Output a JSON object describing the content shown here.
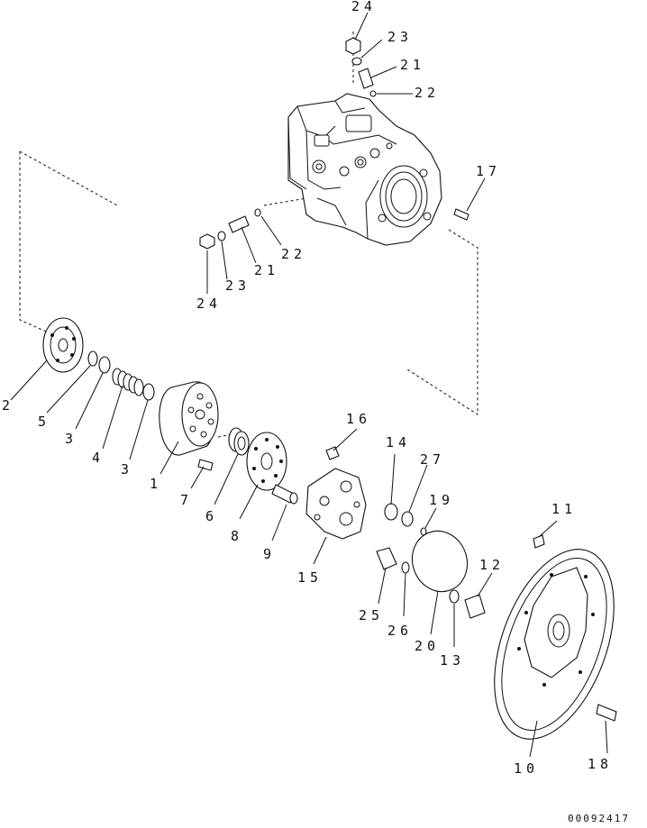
{
  "document_code": "00092417",
  "labels": {
    "l1": "1",
    "l2": "2",
    "l3a": "3",
    "l3b": "3",
    "l4": "4",
    "l5": "5",
    "l6": "6",
    "l7": "7",
    "l8": "8",
    "l9": "9",
    "l10": "10",
    "l11": "11",
    "l12": "12",
    "l13": "13",
    "l14": "14",
    "l15": "15",
    "l16": "16",
    "l17": "17",
    "l18": "18",
    "l19": "19",
    "l20": "20",
    "l21a": "21",
    "l21b": "21",
    "l22a": "22",
    "l22b": "22",
    "l23a": "23",
    "l23b": "23",
    "l24a": "24",
    "l24b": "24",
    "l25": "25",
    "l26": "26",
    "l27": "27"
  }
}
